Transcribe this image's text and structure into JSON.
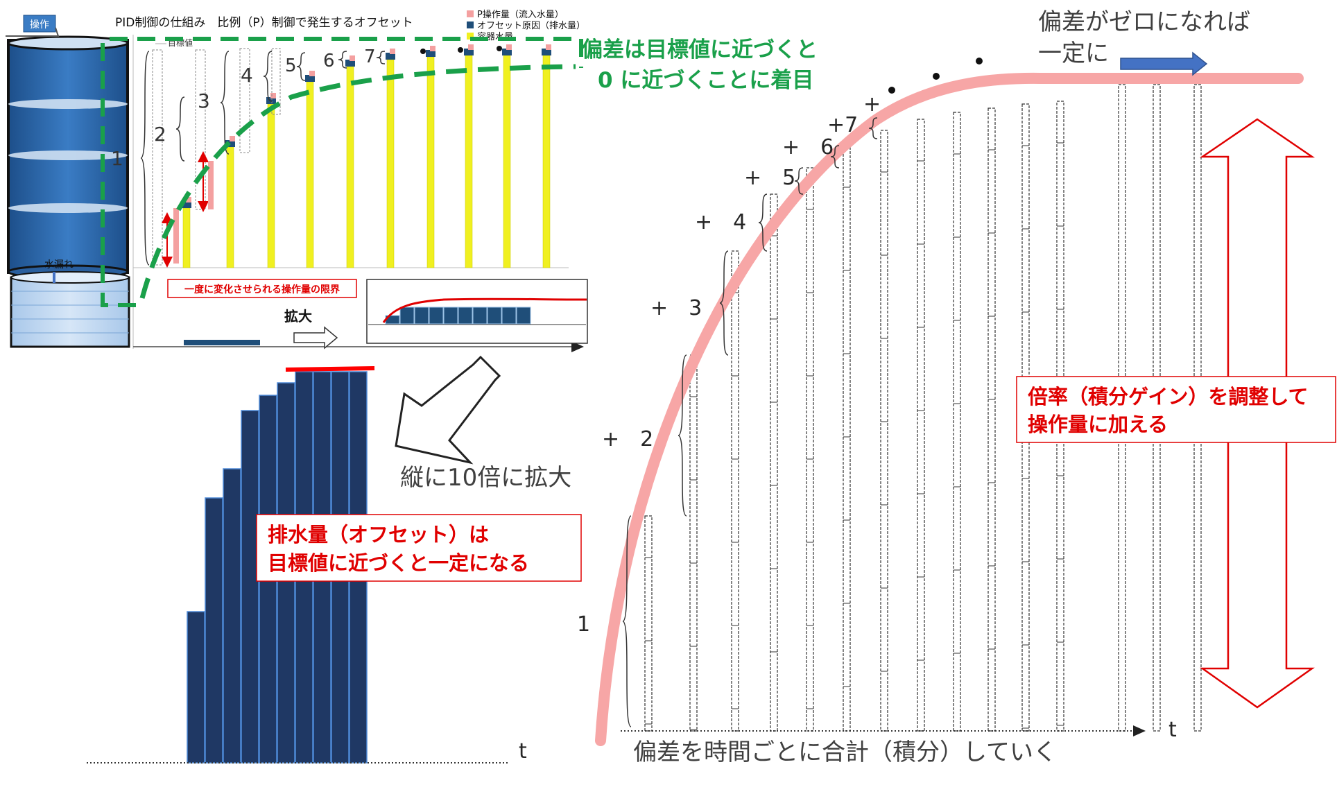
{
  "title": "PID制御の仕組み　比例（P）制御で発生するオフセット",
  "legend": {
    "items": [
      {
        "label": "P操作量（流入水量）",
        "color": "#f4a0a0"
      },
      {
        "label": "オフセット原因（排水量）",
        "color": "#1f4e79"
      },
      {
        "label": "容器水量",
        "color": "#f0f020"
      }
    ]
  },
  "tank": {
    "operation_label": "操作",
    "leak_label": "水漏れ",
    "target_label": "目標値"
  },
  "top_steps": [
    "1",
    "2",
    "3",
    "4",
    "5",
    "6",
    "7"
  ],
  "limit_label": "一度に変化させられる操作量の限界",
  "zoom_label": "拡大",
  "green_note": {
    "line1": "偏差は目標値に近づくと",
    "line2": "0 に近づくことに着目"
  },
  "zoom10_label": "縦に10倍に拡大",
  "red_note_offset": {
    "line1": "排水量（オフセット）は",
    "line2": "目標値に近づくと一定になる"
  },
  "axis_t": "t",
  "integral_steps": [
    "1",
    "+　2",
    "+　3",
    "+　4",
    "+　5",
    "+　6",
    "+7"
  ],
  "zero_note": {
    "line1": "偏差がゼロになれば",
    "line2": "一定に"
  },
  "gain_note": {
    "line1": "倍率（積分ゲイン）を調整して",
    "line2": "操作量に加える"
  },
  "integral_caption": "偏差を時間ごとに合計（積分）していく",
  "colors": {
    "tank_blue": "#2e6db4",
    "navy_bar": "#1f3864",
    "pink_curve": "#f7a6a6",
    "red": "#e00000",
    "green": "#1aa04a",
    "arrow_blue": "#4472c4",
    "yellow": "#f0f020"
  },
  "icons": {
    "down_left_arrow": "hollow-arrow-down-left-icon",
    "right_arrow": "hollow-arrow-right-icon",
    "double_arrow": "red-double-arrow-icon",
    "blue_arrow": "blue-arrow-right-icon"
  }
}
